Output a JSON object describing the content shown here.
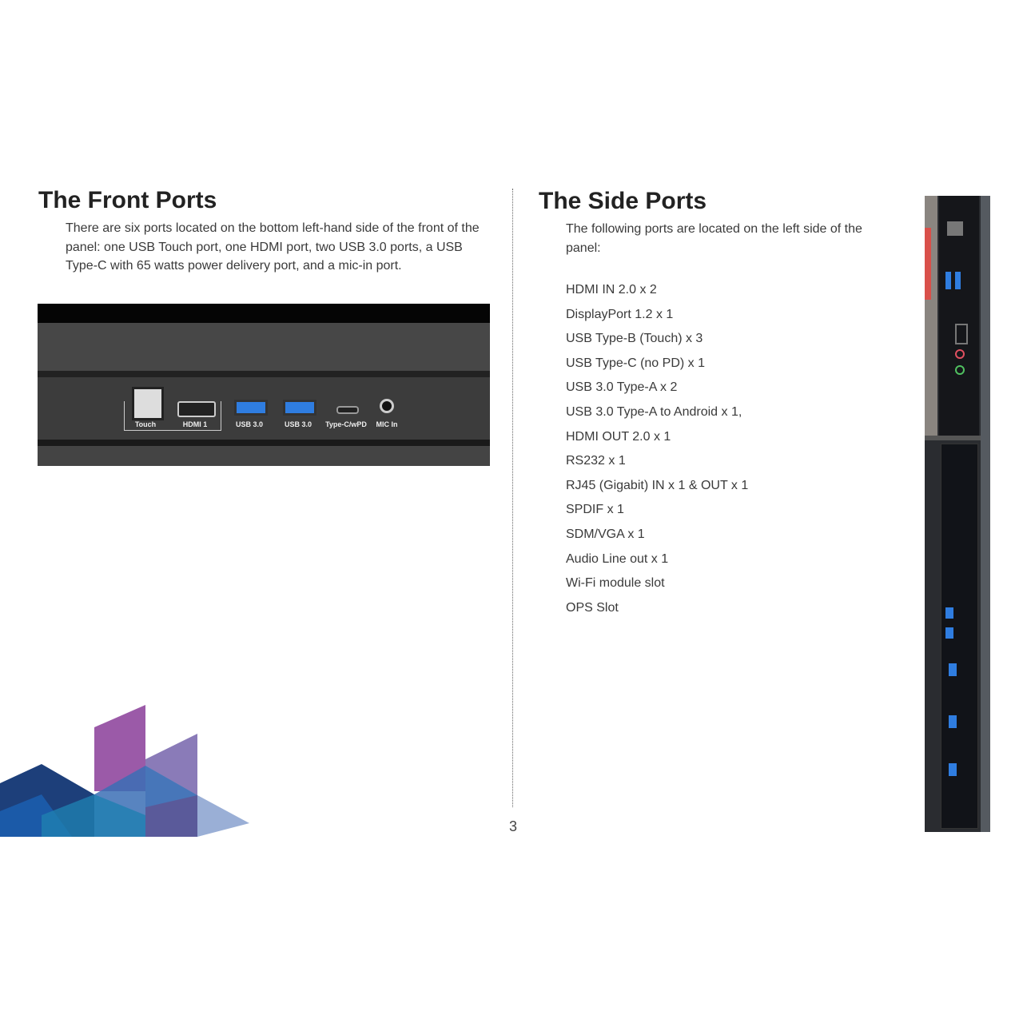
{
  "front": {
    "title": "The Front Ports",
    "description": "There are six ports located on the bottom left-hand side of the front of the panel: one USB Touch port, one HDMI port, two USB 3.0 ports, a USB Type-C with 65 watts power delivery port, and a mic-in port.",
    "port_labels": [
      "Touch",
      "HDMI 1",
      "USB 3.0",
      "USB 3.0",
      "Type-C/wPD",
      "MIC In"
    ]
  },
  "side": {
    "title": "The Side Ports",
    "description": "The following ports are located on the left side of the panel:",
    "ports": [
      "HDMI IN 2.0 x 2",
      "DisplayPort 1.2 x 1",
      "USB Type-B (Touch) x 3",
      "USB Type-C (no PD) x 1",
      "USB 3.0 Type-A x 2",
      "USB 3.0 Type-A to Android x 1,",
      "HDMI OUT 2.0 x 1",
      "RS232 x 1",
      "RJ45 (Gigabit) IN x 1 & OUT x 1",
      "SPDIF x 1",
      "SDM/VGA x 1",
      "Audio Line out x 1",
      "Wi-Fi module slot",
      "OPS Slot"
    ]
  },
  "page_number": "3",
  "colors": {
    "usb_blue": "#2f7de0",
    "mic_red": "#e05060",
    "line_green": "#50c060"
  }
}
